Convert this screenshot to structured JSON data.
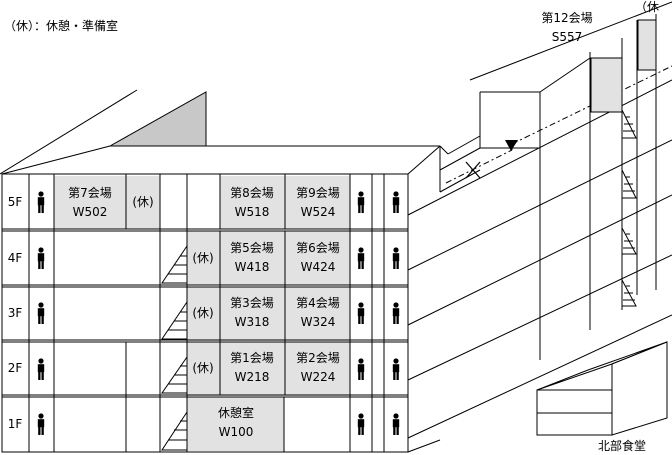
{
  "legend": "（休）：休憩・準備室",
  "floors": [
    "5F",
    "4F",
    "3F",
    "2F",
    "1F"
  ],
  "rooms": {
    "r7": {
      "name": "第7会場",
      "code": "W502"
    },
    "r8": {
      "name": "第8会場",
      "code": "W518"
    },
    "r9": {
      "name": "第9会場",
      "code": "W524"
    },
    "r5": {
      "name": "第5会場",
      "code": "W418"
    },
    "r6": {
      "name": "第6会場",
      "code": "W424"
    },
    "r3": {
      "name": "第3会場",
      "code": "W318"
    },
    "r4": {
      "name": "第4会場",
      "code": "W324"
    },
    "r1": {
      "name": "第1会場",
      "code": "W218"
    },
    "r2": {
      "name": "第2会場",
      "code": "W224"
    },
    "lounge": {
      "name": "休憩室",
      "code": "W100"
    },
    "r12": {
      "name": "第12会場",
      "code": "S557"
    }
  },
  "rest_label": "(休)",
  "rest_label_top": "（休",
  "cafeteria": "北部食堂",
  "colors": {
    "highlight": "#e2e2e2",
    "line": "#000000",
    "roof": "#c8c8c8"
  },
  "icons": [
    "restroom-icon",
    "stairs-icon"
  ]
}
